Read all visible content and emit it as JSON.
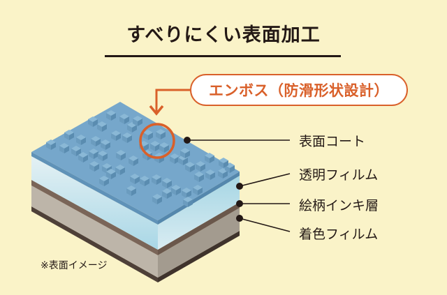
{
  "title": "すべりにくい表面加工",
  "callout": {
    "label": "エンボス（防滑形状設計）",
    "color": "#d9602a"
  },
  "layers": [
    {
      "label": "表面コート",
      "color": "#74a6c9"
    },
    {
      "label": "透明フィルム",
      "color": "#c5e4ee"
    },
    {
      "label": "絵柄インキ層",
      "color": "#7a6558"
    },
    {
      "label": "着色フィルム",
      "color": "#b8b0a4"
    }
  ],
  "note": "※表面イメージ",
  "colors": {
    "background": "#faf3c8",
    "text": "#231815",
    "accent": "#d9602a"
  }
}
